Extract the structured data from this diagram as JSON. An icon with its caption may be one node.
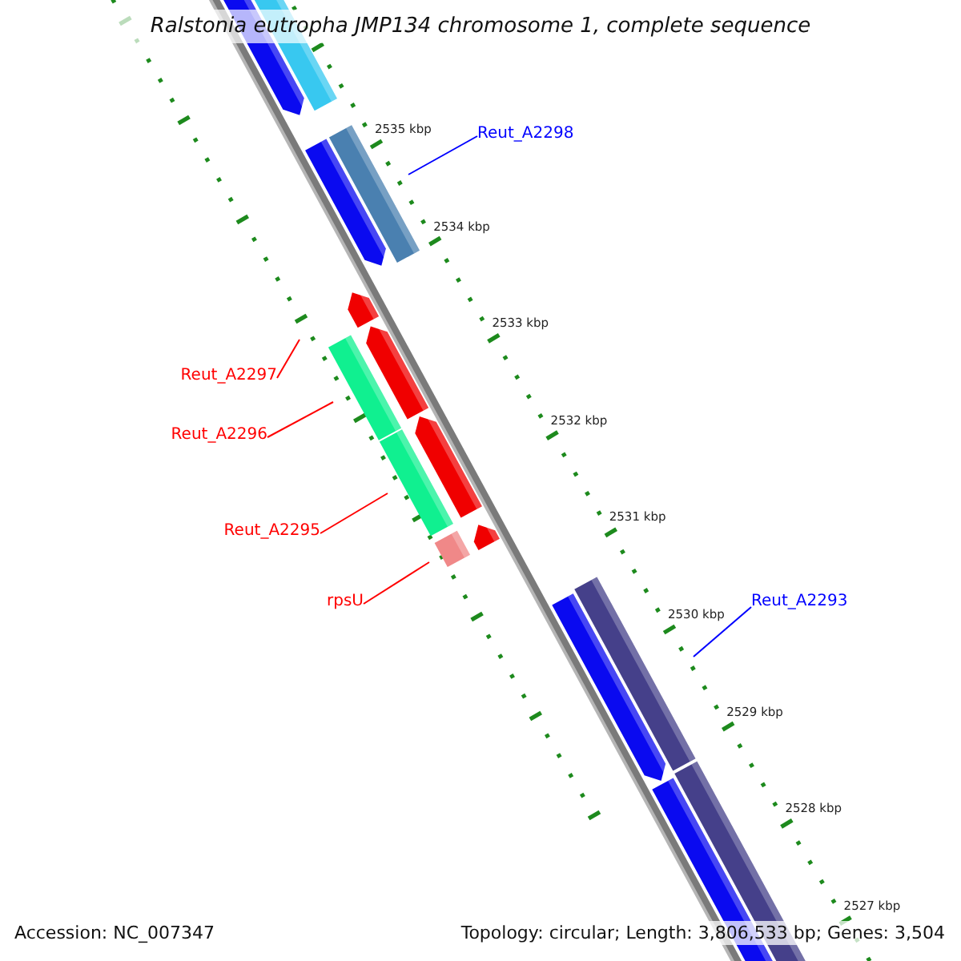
{
  "diagram": {
    "title": "Ralstonia eutropha JMP134 chromosome 1, complete sequence",
    "nodes": [
      {
        "text": [
          "Reut_A2298"
        ]
      },
      {
        "text": [
          "Reut_A2297"
        ]
      },
      {
        "text": [
          "Reut_A2296"
        ]
      },
      {
        "text": [
          "Reut_A2295"
        ]
      },
      {
        "text": [
          "rpsU"
        ]
      },
      {
        "text": [
          "Reut_A2293"
        ]
      }
    ],
    "edges": [
      {
        "from": 0,
        "to": null,
        "arrow": "none",
        "color": "#0000ff"
      },
      {
        "from": 1,
        "to": null,
        "arrow": "none"
      },
      {
        "from": 2,
        "to": null,
        "arrow": "none"
      },
      {
        "from": 3,
        "to": null,
        "arrow": "none"
      },
      {
        "from": 4,
        "to": null,
        "arrow": "none"
      },
      {
        "from": 5,
        "to": null,
        "arrow": "none",
        "color": "#0000ff"
      }
    ],
    "labels": [
      "2535 kbp",
      "2534 kbp",
      "2533 kbp",
      "2532 kbp",
      "2531 kbp",
      "2530 kbp",
      "2529 kbp",
      "2528 kbp",
      "2527 kbp",
      "Accession: NC_007347",
      "Topology: circular; Length: 3,806,533 bp; Genes: 3,504"
    ]
  }
}
